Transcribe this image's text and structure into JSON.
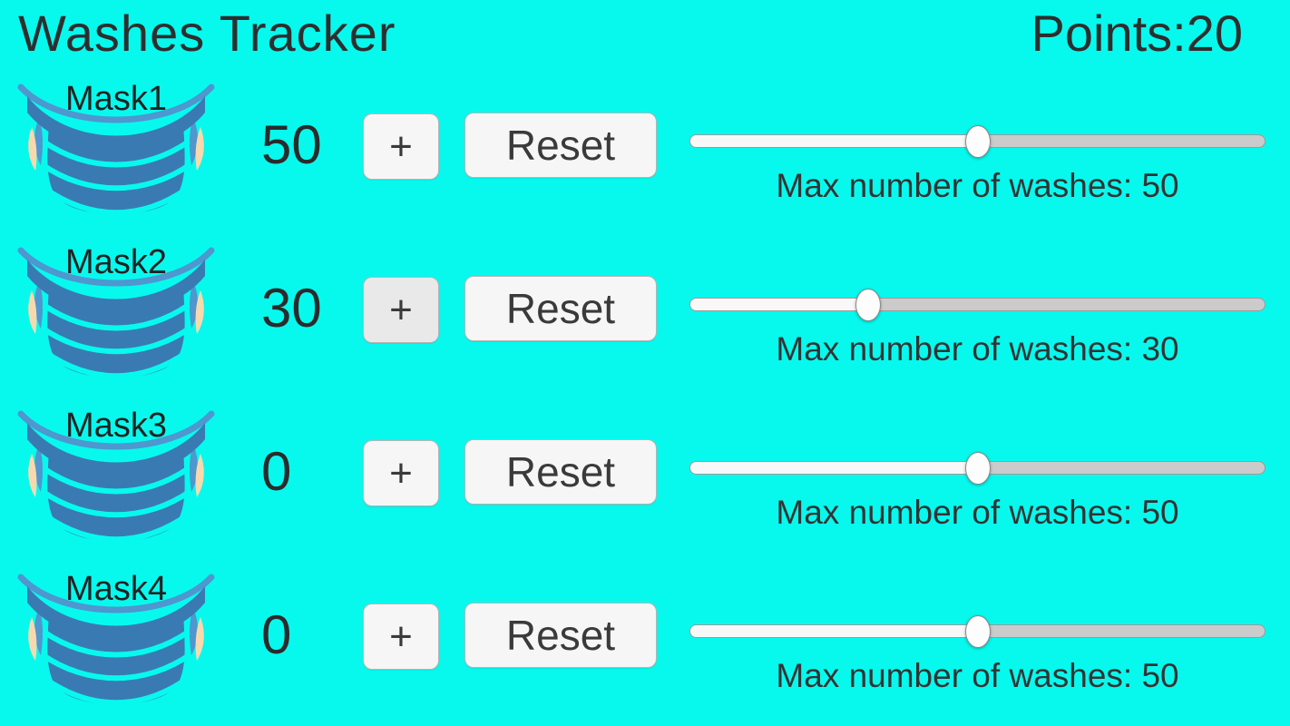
{
  "header": {
    "title": "Washes Tracker",
    "points": {
      "label": "Points:",
      "value": "20"
    }
  },
  "masks": [
    {
      "name": "Mask1",
      "wash_count": "50",
      "plus_label": "+",
      "reset_label": "Reset",
      "caption": "Max number of washes: 50",
      "slider": {
        "value": 50,
        "min": 0,
        "max": 100
      },
      "plus_pressed": false
    },
    {
      "name": "Mask2",
      "wash_count": "30",
      "plus_label": "+",
      "reset_label": "Reset",
      "caption": "Max number of washes: 30",
      "slider": {
        "value": 30,
        "min": 0,
        "max": 100
      },
      "plus_pressed": true
    },
    {
      "name": "Mask3",
      "wash_count": "0",
      "plus_label": "+",
      "reset_label": "Reset",
      "caption": "Max number of washes: 50",
      "slider": {
        "value": 50,
        "min": 0,
        "max": 100
      },
      "plus_pressed": false
    },
    {
      "name": "Mask4",
      "wash_count": "0",
      "plus_label": "+",
      "reset_label": "Reset",
      "caption": "Max number of washes: 50",
      "slider": {
        "value": 50,
        "min": 0,
        "max": 100
      },
      "plus_pressed": false
    }
  ],
  "colors": {
    "background": "#07F9EE",
    "text": "#333333",
    "mask_blue": "#3A7AB3",
    "mask_arc_blue": "#4E97CF",
    "ear_tab": "#F8D9AD",
    "button_bg": "#F6F6F6",
    "button_pressed_bg": "#E9E9E9",
    "track_left": "#F8F8F8",
    "track_right": "#CBCBCB"
  }
}
